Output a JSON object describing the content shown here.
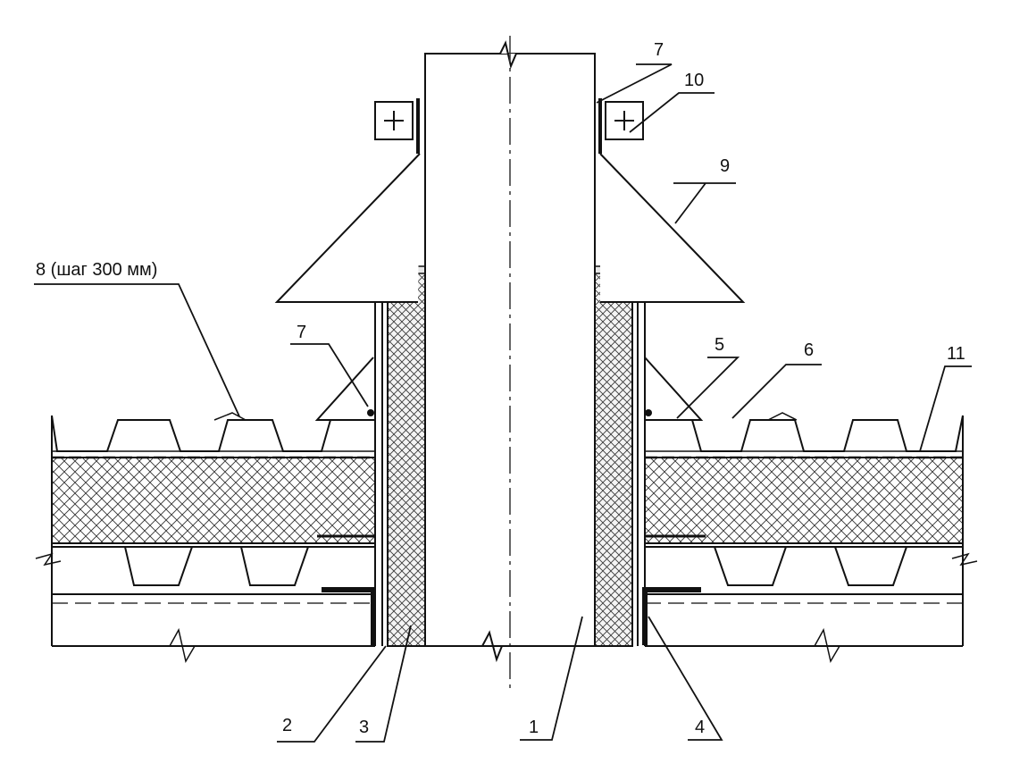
{
  "diagram": {
    "callouts": [
      {
        "id": "c1",
        "label": "1"
      },
      {
        "id": "c2",
        "label": "2"
      },
      {
        "id": "c3",
        "label": "3"
      },
      {
        "id": "c4",
        "label": "4"
      },
      {
        "id": "c5",
        "label": "5"
      },
      {
        "id": "c6",
        "label": "6"
      },
      {
        "id": "c7a",
        "label": "7"
      },
      {
        "id": "c7b",
        "label": "7"
      },
      {
        "id": "c8",
        "label": "8 (шаг 300 мм)"
      },
      {
        "id": "c9",
        "label": "9"
      },
      {
        "id": "c10",
        "label": "10"
      },
      {
        "id": "c11",
        "label": "11"
      }
    ]
  }
}
